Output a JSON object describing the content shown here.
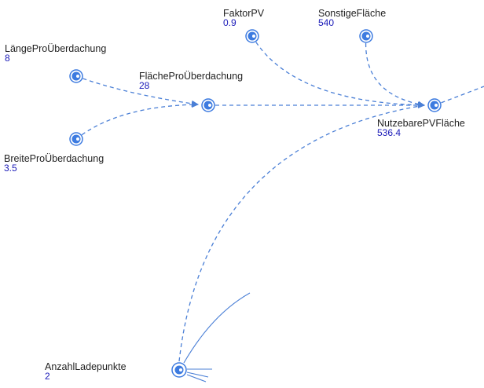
{
  "colors": {
    "edge": "#4a7fd6",
    "node": "#3d7be0",
    "label": "#222222",
    "value": "#1a1ab8"
  },
  "nodes": {
    "laenge": {
      "label": "LängeProÜberdachung",
      "value": "8"
    },
    "breite": {
      "label": "BreiteProÜberdachung",
      "value": "3.5"
    },
    "flaeche": {
      "label": "FlächeProÜberdachung",
      "value": "28"
    },
    "faktor": {
      "label": "FaktorPV",
      "value": "0.9"
    },
    "sonstig": {
      "label": "SonstigeFläche",
      "value": "540"
    },
    "nutzbar": {
      "label": "NutzebarePVFläche",
      "value": "536.4"
    },
    "anzahl": {
      "label": "AnzahlLadepunkte",
      "value": "2"
    }
  }
}
